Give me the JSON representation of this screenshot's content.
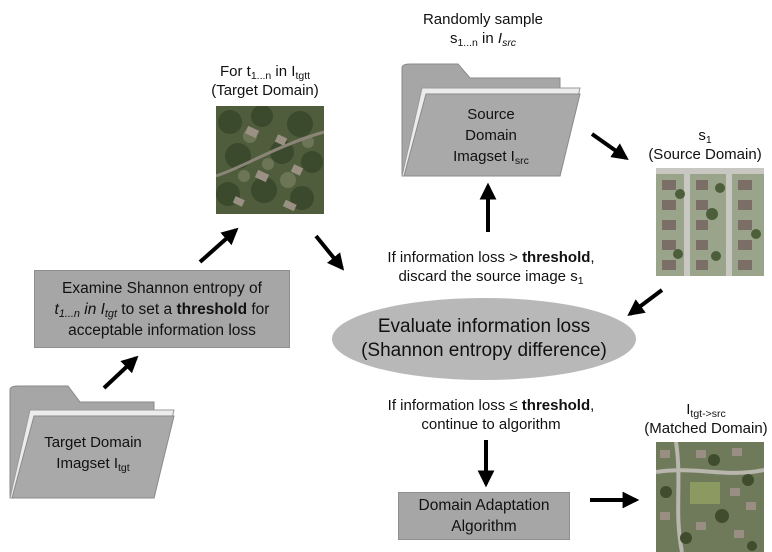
{
  "colors": {
    "box_fill": "#a6a6a6",
    "ellipse_fill": "#b8b8b8",
    "folder_fill": "#a6a6a6",
    "arrow": "#000000"
  },
  "random_sample": {
    "line1": "Randomly sample",
    "line2_prefix": "s",
    "line2_sub": "1...n",
    "line2_mid": " in ",
    "line2_var": "I",
    "line2_var_sub": "src"
  },
  "target_label": {
    "line1_prefix": "For t",
    "line1_sub": "1...n",
    "line1_mid": " in I",
    "line1_sub2": "tgtt",
    "line2": "(Target Domain)"
  },
  "source_folder": {
    "line1": "Source",
    "line2": "Domain",
    "line3_prefix": "Imagset I",
    "line3_sub": "src"
  },
  "source_label": {
    "line1": "s",
    "line1_sub": "1",
    "line2": "(Source Domain)"
  },
  "discard_text": {
    "line1_prefix": "If information loss > ",
    "line1_bold": "threshold",
    "line1_suffix": ",",
    "line2_prefix": "discard the source image s",
    "line2_sub": "1"
  },
  "shannon_box": {
    "line1": "Examine Shannon entropy of",
    "line2_italic": "t",
    "line2_italic_sub": "1...n",
    "line2_mid_italic": " in I",
    "line2_italic_sub2": "tgt",
    "line2_rest": " to set a ",
    "line2_bold": "threshold",
    "line2_end": " for",
    "line3": "acceptable information loss"
  },
  "evaluate": {
    "line1": "Evaluate information loss",
    "line2": "(Shannon entropy difference)"
  },
  "continue_text": {
    "line1_prefix": "If information loss ≤ ",
    "line1_bold": "threshold",
    "line1_suffix": ",",
    "line2": "continue to algorithm"
  },
  "target_folder": {
    "line1": "Target Domain",
    "line2_prefix": "Imagset I",
    "line2_sub": "tgt"
  },
  "matched_label": {
    "line1_prefix": "I",
    "line1_sub": "tgt->src",
    "line2": "(Matched Domain)"
  },
  "domain_adaptation": {
    "line1": "Domain Adaptation",
    "line2": "Algorithm"
  }
}
